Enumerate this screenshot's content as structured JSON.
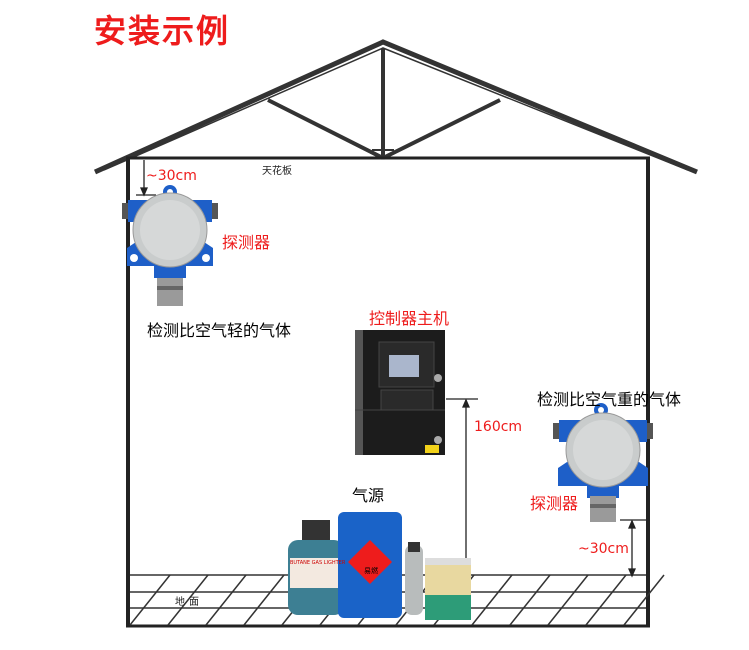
{
  "title": "安装示例",
  "ceiling_label": "天花板",
  "floor_label": "地面",
  "detector_top": {
    "label": "探测器",
    "caption": "检测比空气轻的气体",
    "distance": "~30cm"
  },
  "detector_bottom": {
    "label": "探测器",
    "caption": "检测比空气重的气体",
    "distance": "~30cm"
  },
  "controller": {
    "label": "控制器主机",
    "height": "160cm"
  },
  "gas_source": {
    "label": "气源",
    "cylinder_text": "BUTANE GAS LIGHTER",
    "drum_text": "易燃"
  },
  "colors": {
    "accent": "#ee1c1c",
    "detector_blue": "#1e5fc8",
    "controller": "#1c1c1c"
  }
}
